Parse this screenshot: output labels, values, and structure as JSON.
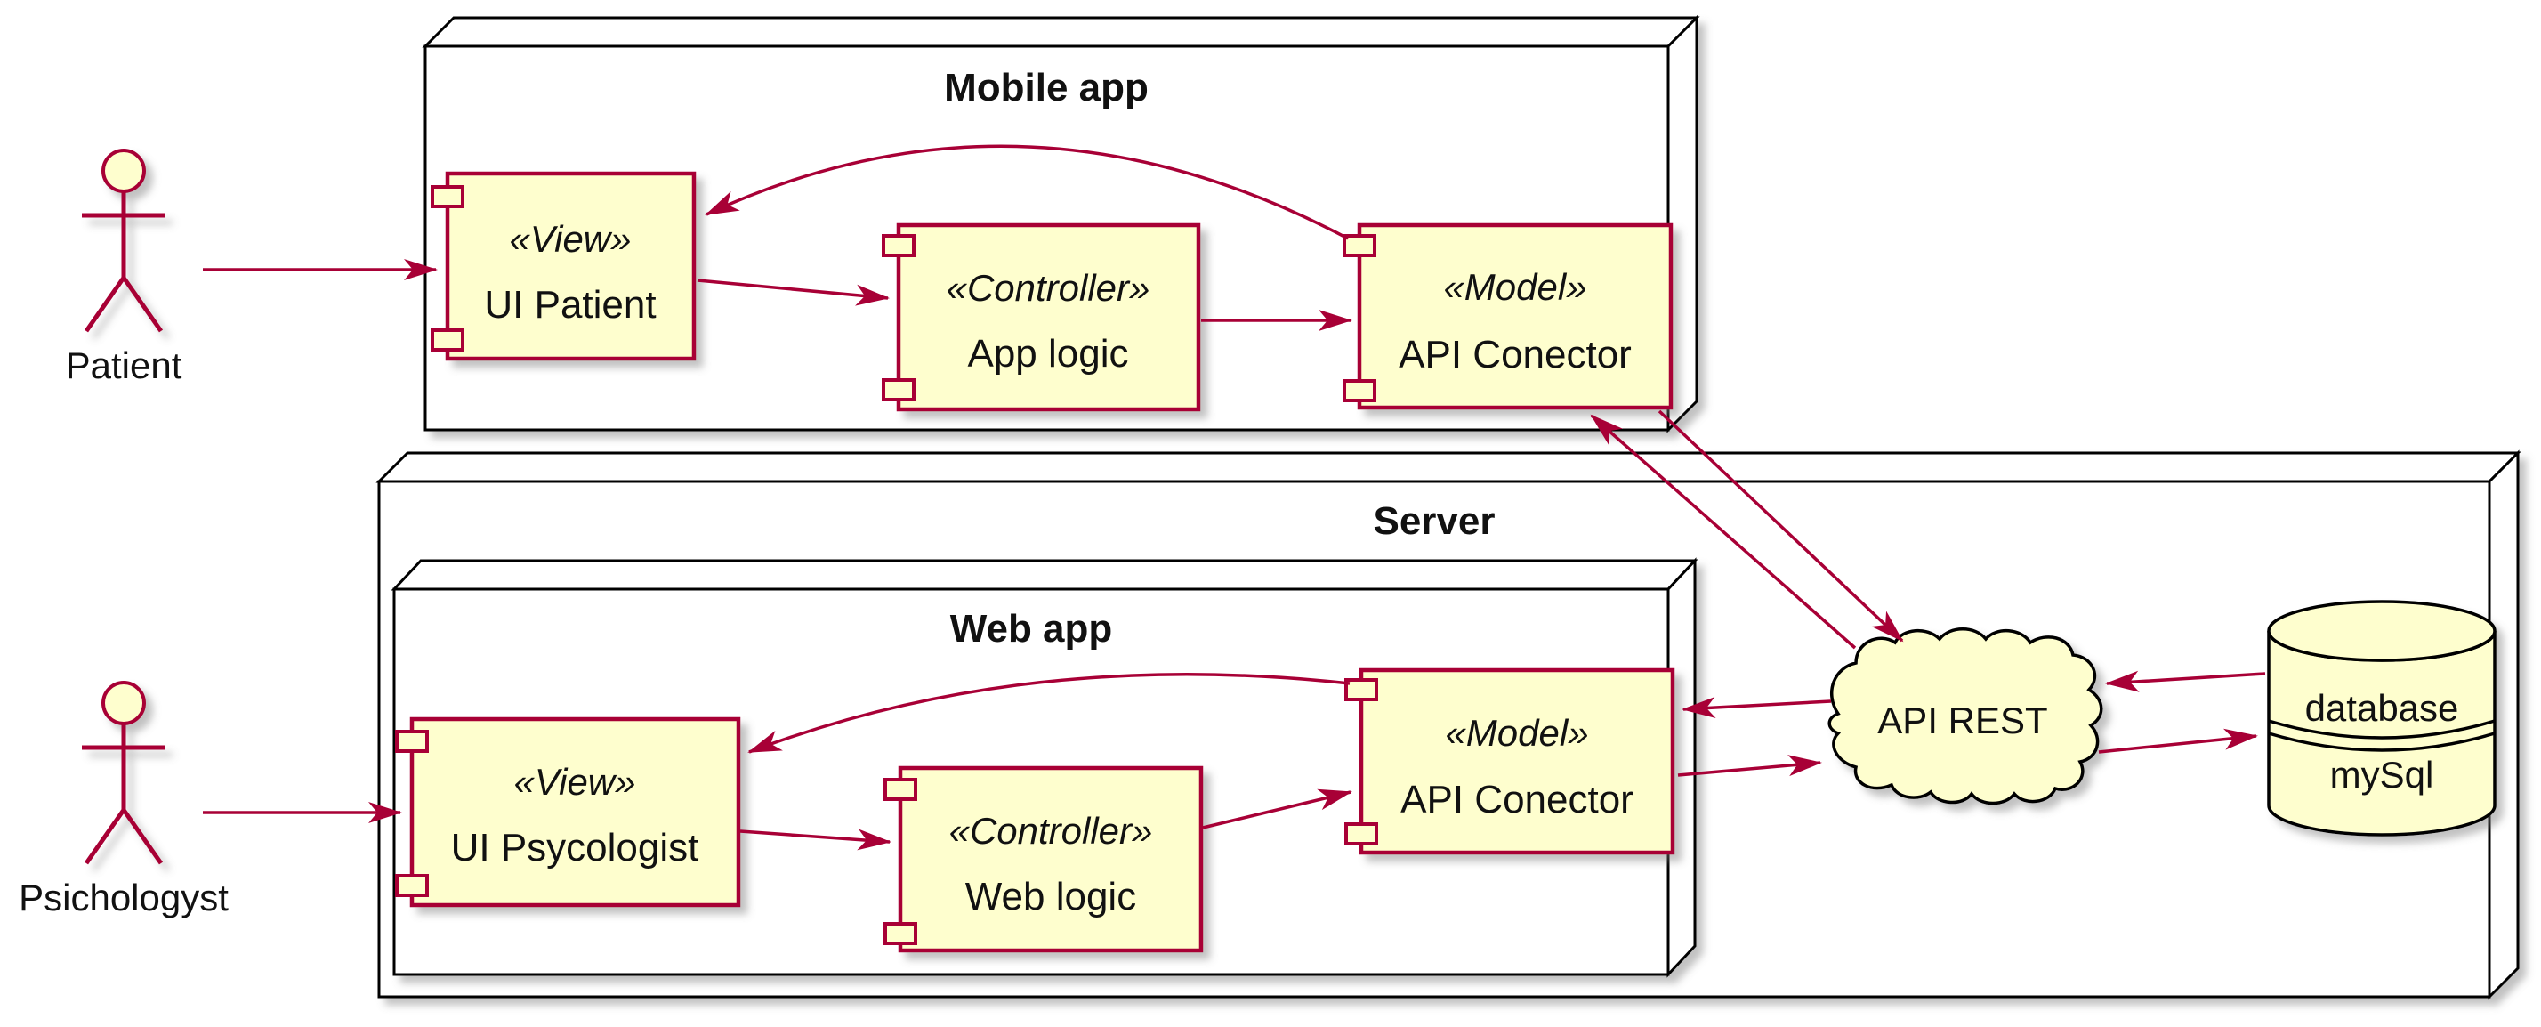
{
  "diagram": {
    "type": "uml-deployment-diagram",
    "colors": {
      "accent": "#A80036",
      "component_fill": "#FEFECE",
      "node_border": "#000000",
      "background": "#FFFFFF"
    },
    "actors": [
      {
        "id": "patient",
        "label": "Patient"
      },
      {
        "id": "psichologyst",
        "label": "Psichologyst"
      }
    ],
    "nodes": [
      {
        "id": "mobile-app",
        "title": "Mobile app"
      },
      {
        "id": "server",
        "title": "Server"
      },
      {
        "id": "web-app",
        "title": "Web app"
      }
    ],
    "components": [
      {
        "id": "ui-patient",
        "stereotype": "«View»",
        "name": "UI Patient",
        "node": "mobile-app"
      },
      {
        "id": "app-logic",
        "stereotype": "«Controller»",
        "name": "App logic",
        "node": "mobile-app"
      },
      {
        "id": "api-conector-mobile",
        "stereotype": "«Model»",
        "name": "API Conector",
        "node": "mobile-app"
      },
      {
        "id": "ui-psycologist",
        "stereotype": "«View»",
        "name": "UI Psycologist",
        "node": "web-app"
      },
      {
        "id": "web-logic",
        "stereotype": "«Controller»",
        "name": "Web logic",
        "node": "web-app"
      },
      {
        "id": "api-conector-web",
        "stereotype": "«Model»",
        "name": "API Conector",
        "node": "web-app"
      }
    ],
    "cloud": {
      "label": "API REST"
    },
    "database": {
      "line1": "database",
      "line2": "mySql"
    },
    "connections": [
      {
        "from": "Patient",
        "to": "UI Patient",
        "style": "arrow"
      },
      {
        "from": "Psichologyst",
        "to": "UI Psycologist",
        "style": "arrow"
      },
      {
        "from": "UI Patient",
        "to": "App logic",
        "style": "arrow"
      },
      {
        "from": "App logic",
        "to": "API Conector (mobile)",
        "style": "arrow"
      },
      {
        "from": "API Conector (mobile)",
        "to": "UI Patient",
        "style": "curved arrow"
      },
      {
        "from": "UI Psycologist",
        "to": "Web logic",
        "style": "arrow"
      },
      {
        "from": "Web logic",
        "to": "API Conector (web)",
        "style": "arrow"
      },
      {
        "from": "API Conector (web)",
        "to": "UI Psycologist",
        "style": "curved arrow"
      },
      {
        "from": "API Conector (mobile)",
        "to": "API REST",
        "style": "arrow"
      },
      {
        "from": "API REST",
        "to": "API Conector (mobile)",
        "style": "arrow"
      },
      {
        "from": "API REST",
        "to": "API Conector (web)",
        "style": "arrow"
      },
      {
        "from": "API Conector (web)",
        "to": "API REST",
        "style": "arrow"
      },
      {
        "from": "database",
        "to": "API REST",
        "style": "arrow"
      },
      {
        "from": "API REST",
        "to": "database",
        "style": "arrow"
      }
    ]
  }
}
